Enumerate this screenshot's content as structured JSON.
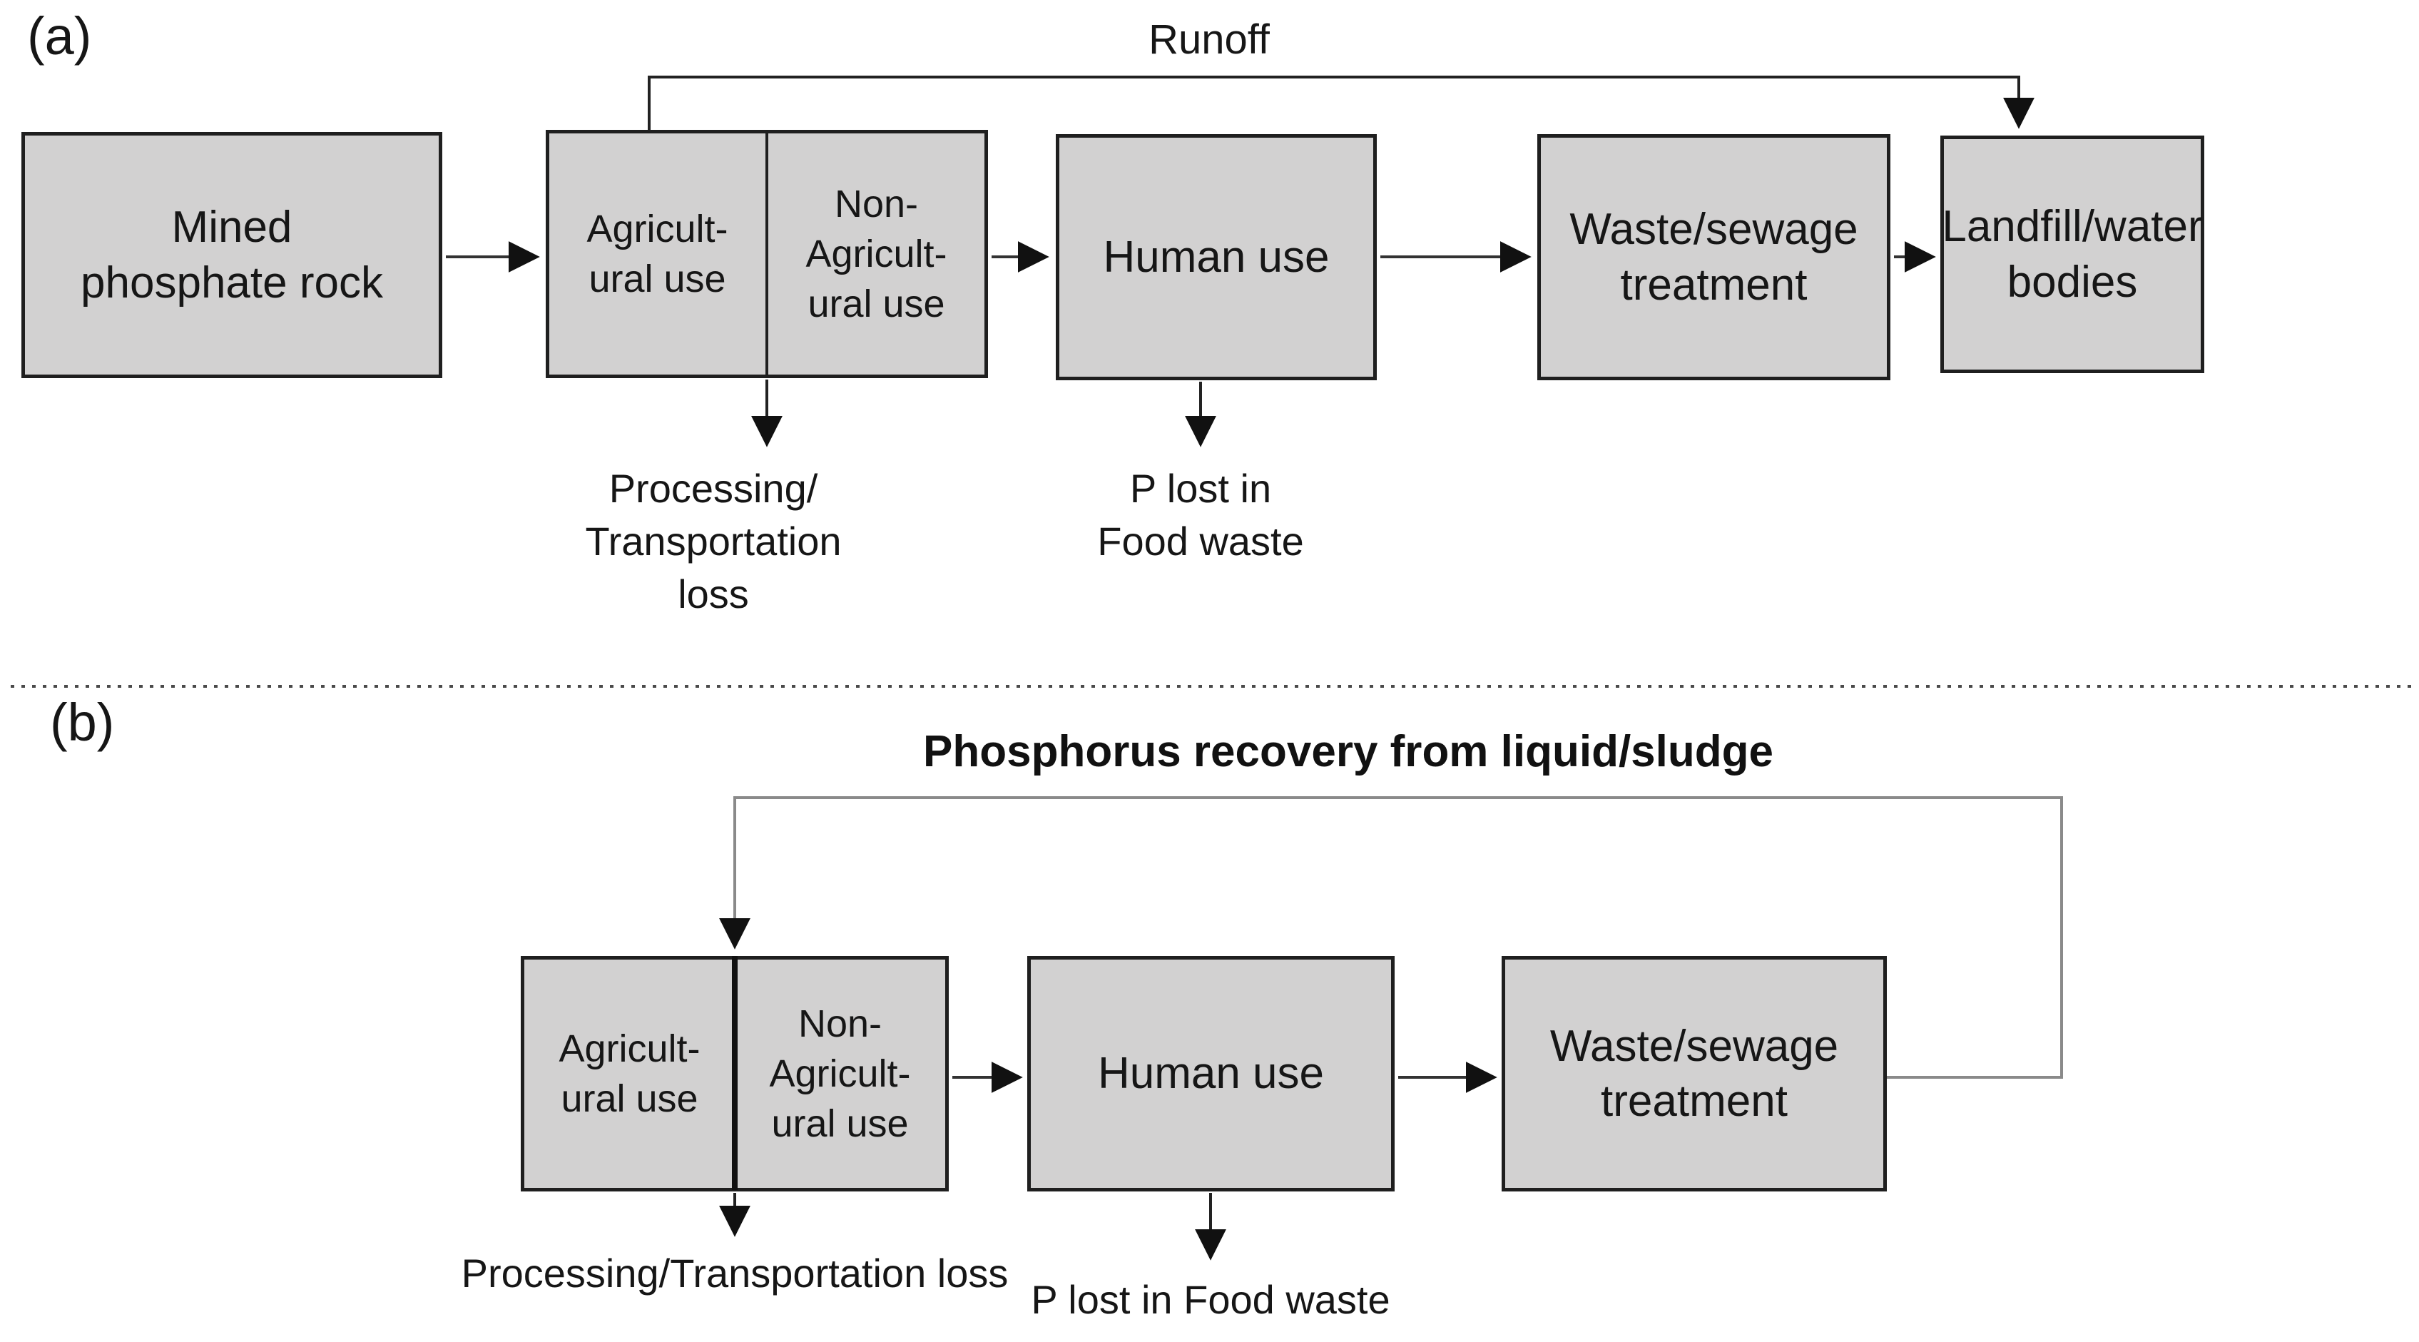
{
  "panel_a": {
    "label": "(a)",
    "runoff_label": "Runoff",
    "boxes": {
      "mined": [
        "Mined",
        "phosphate rock"
      ],
      "agricultural": [
        "Agricult-",
        "ural use"
      ],
      "non_agricultural": [
        "Non-",
        "Agricult-",
        "ural use"
      ],
      "human": [
        "Human use"
      ],
      "waste": [
        "Waste/sewage",
        "treatment"
      ],
      "landfill": [
        "Landfill/water",
        "bodies"
      ]
    },
    "annotations": {
      "processing_loss": [
        "Processing/",
        "Transportation",
        "loss"
      ],
      "p_lost": [
        "P lost in",
        "Food waste"
      ]
    }
  },
  "panel_b": {
    "label": "(b)",
    "recovery_title": "Phosphorus recovery from liquid/sludge",
    "boxes": {
      "agricultural": [
        "Agricult-",
        "ural use"
      ],
      "non_agricultural": [
        "Non-",
        "Agricult-",
        "ural use"
      ],
      "human": [
        "Human use"
      ],
      "waste": [
        "Waste/sewage",
        "treatment"
      ]
    },
    "annotations": {
      "processing_loss": [
        "Processing/Transportation loss"
      ],
      "p_lost": [
        "P lost in Food waste"
      ]
    }
  },
  "colors": {
    "box_fill": "#d2d1d1",
    "box_border": "#1f1f1f",
    "arrow": "#333333",
    "recovery_loop": "#8a8a8a",
    "background": "#ffffff"
  }
}
